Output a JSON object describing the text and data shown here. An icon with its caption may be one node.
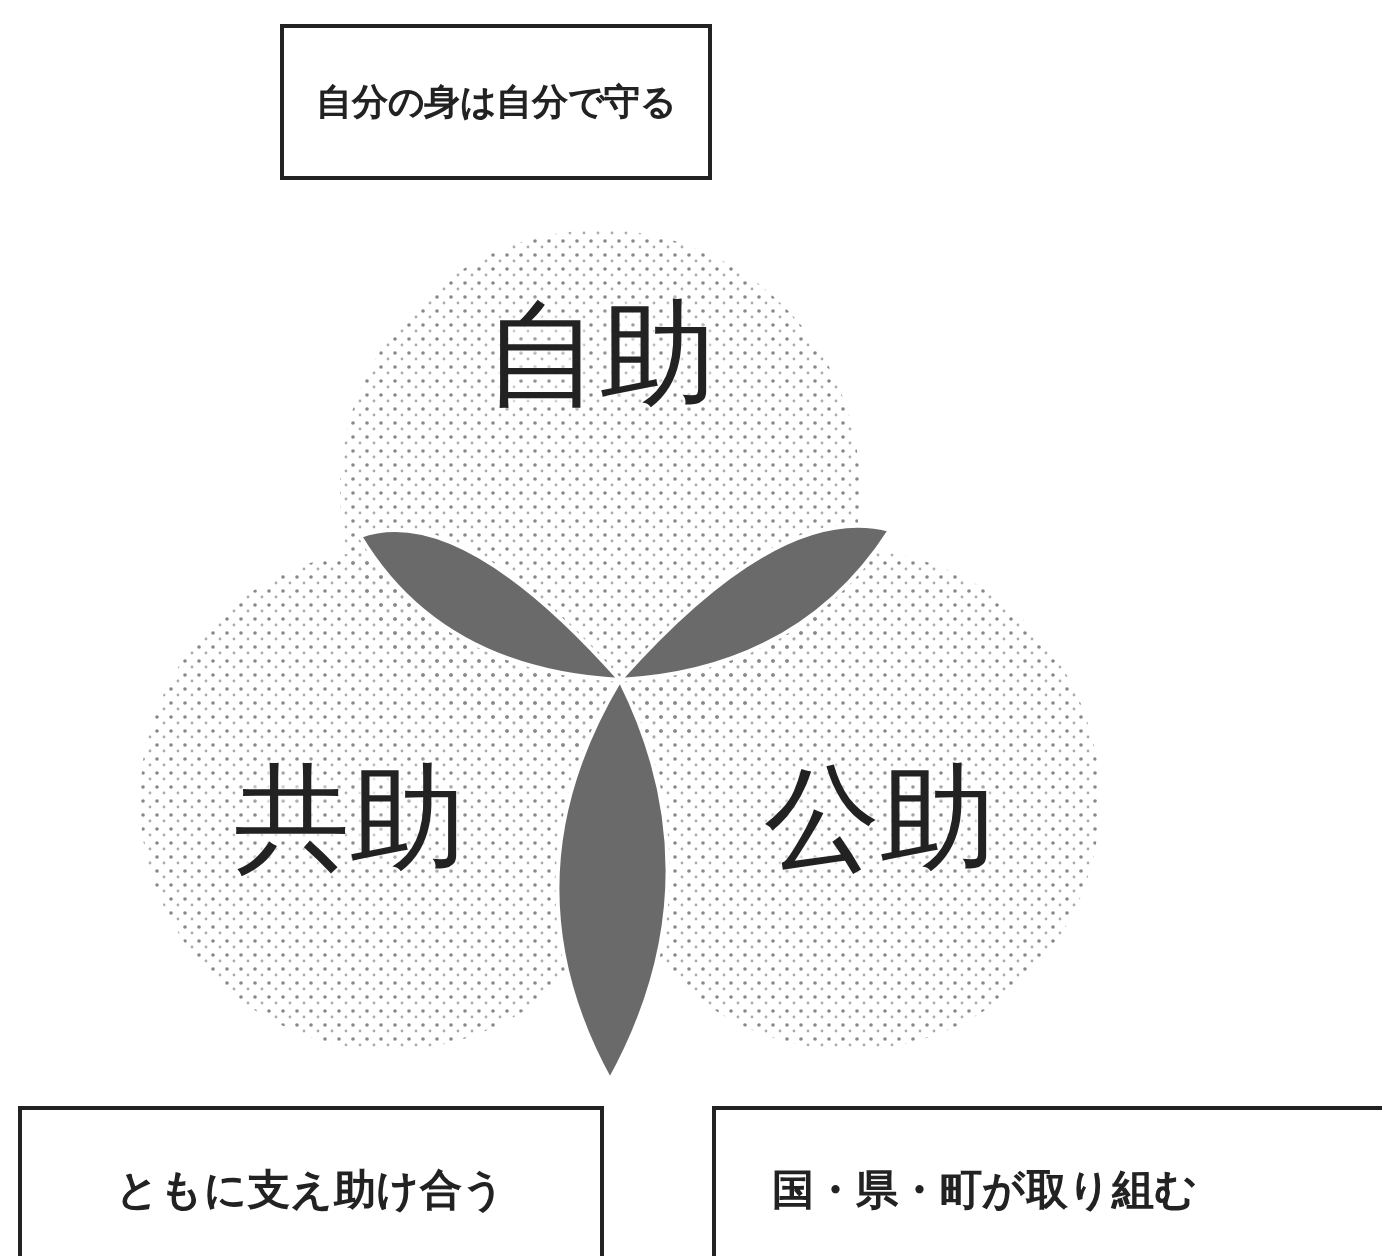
{
  "diagram": {
    "nodes": [
      {
        "text": [
          "自分の身は自分で守る"
        ]
      },
      {
        "text": [
          "自助"
        ]
      },
      {
        "text": [
          "共助"
        ]
      },
      {
        "text": [
          "公助"
        ]
      },
      {
        "text": [
          "ともに支え助け合う"
        ]
      },
      {
        "text": [
          "国・県・町が取り組む"
        ]
      }
    ],
    "edges": []
  }
}
